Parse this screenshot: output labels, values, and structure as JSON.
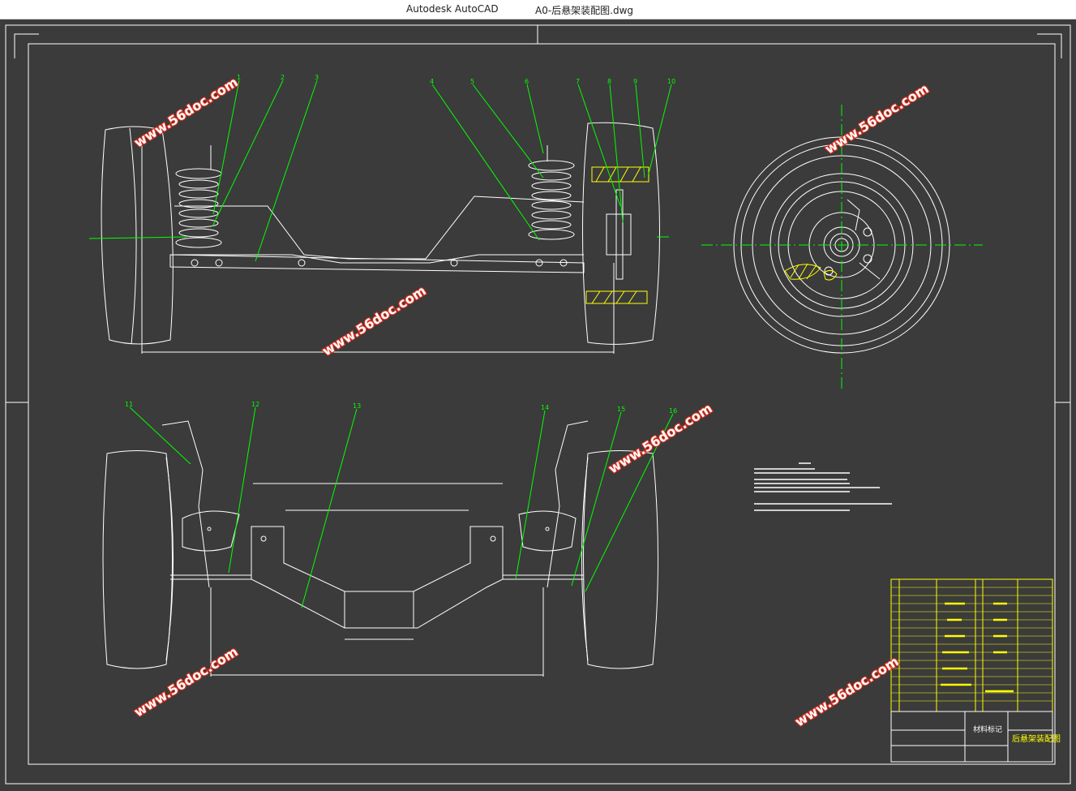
{
  "window": {
    "app_title": "Autodesk AutoCAD",
    "document_title": "A0-后悬架装配图.dwg"
  },
  "drawing": {
    "part_numbers": [
      "1",
      "2",
      "3",
      "4",
      "5",
      "6",
      "7",
      "8",
      "9",
      "10",
      "11",
      "12",
      "13",
      "14",
      "15",
      "16"
    ],
    "watermarks": [
      "www.56doc.com",
      "www.56doc.com",
      "www.56doc.com",
      "www.56doc.com",
      "www.56doc.com"
    ],
    "title_block": {
      "drawing_name": "后悬架装配图",
      "mark_label": "材料标记"
    },
    "colors": {
      "background": "#3b3b3b",
      "lines": "#ffffff",
      "leaders": "#00ff00",
      "hatch": "#ffff00"
    }
  }
}
